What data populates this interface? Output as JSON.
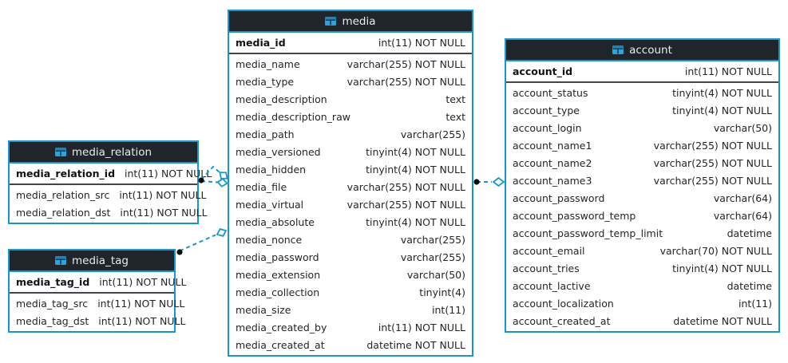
{
  "colors": {
    "accent": "#1697d4",
    "table_header_bg": "#20252b",
    "table_header_text": "#e9edf0",
    "row_text": "#22262a",
    "pk_separator": "#3f464d",
    "connector_line": "#1697d4",
    "connector_dot": "#0b0b0b",
    "diamond_fill": "#ffffff"
  },
  "tables": {
    "media": {
      "title": "media",
      "icon": "table-icon",
      "pk": {
        "name": "media_id",
        "type": "int(11) NOT NULL"
      },
      "columns": [
        {
          "name": "media_name",
          "type": "varchar(255) NOT NULL"
        },
        {
          "name": "media_type",
          "type": "varchar(255) NOT NULL"
        },
        {
          "name": "media_description",
          "type": "text"
        },
        {
          "name": "media_description_raw",
          "type": "text"
        },
        {
          "name": "media_path",
          "type": "varchar(255)"
        },
        {
          "name": "media_versioned",
          "type": "tinyint(4) NOT NULL"
        },
        {
          "name": "media_hidden",
          "type": "tinyint(4) NOT NULL"
        },
        {
          "name": "media_file",
          "type": "varchar(255) NOT NULL"
        },
        {
          "name": "media_virtual",
          "type": "varchar(255) NOT NULL"
        },
        {
          "name": "media_absolute",
          "type": "tinyint(4) NOT NULL"
        },
        {
          "name": "media_nonce",
          "type": "varchar(255)"
        },
        {
          "name": "media_password",
          "type": "varchar(255)"
        },
        {
          "name": "media_extension",
          "type": "varchar(50)"
        },
        {
          "name": "media_collection",
          "type": "tinyint(4)"
        },
        {
          "name": "media_size",
          "type": "int(11)"
        },
        {
          "name": "media_created_by",
          "type": "int(11) NOT NULL"
        },
        {
          "name": "media_created_at",
          "type": "datetime NOT NULL"
        }
      ]
    },
    "media_relation": {
      "title": "media_relation",
      "icon": "table-icon",
      "pk": {
        "name": "media_relation_id",
        "type": "int(11) NOT NULL"
      },
      "columns": [
        {
          "name": "media_relation_src",
          "type": "int(11) NOT NULL"
        },
        {
          "name": "media_relation_dst",
          "type": "int(11) NOT NULL"
        }
      ]
    },
    "media_tag": {
      "title": "media_tag",
      "icon": "table-icon",
      "pk": {
        "name": "media_tag_id",
        "type": "int(11) NOT NULL"
      },
      "columns": [
        {
          "name": "media_tag_src",
          "type": "int(11) NOT NULL"
        },
        {
          "name": "media_tag_dst",
          "type": "int(11) NOT NULL"
        }
      ]
    },
    "account": {
      "title": "account",
      "icon": "table-icon",
      "pk": {
        "name": "account_id",
        "type": "int(11) NOT NULL"
      },
      "columns": [
        {
          "name": "account_status",
          "type": "tinyint(4) NOT NULL"
        },
        {
          "name": "account_type",
          "type": "tinyint(4) NOT NULL"
        },
        {
          "name": "account_login",
          "type": "varchar(50)"
        },
        {
          "name": "account_name1",
          "type": "varchar(255) NOT NULL"
        },
        {
          "name": "account_name2",
          "type": "varchar(255) NOT NULL"
        },
        {
          "name": "account_name3",
          "type": "varchar(255) NOT NULL"
        },
        {
          "name": "account_password",
          "type": "varchar(64)"
        },
        {
          "name": "account_password_temp",
          "type": "varchar(64)"
        },
        {
          "name": "account_password_temp_limit",
          "type": "datetime"
        },
        {
          "name": "account_email",
          "type": "varchar(70) NOT NULL"
        },
        {
          "name": "account_tries",
          "type": "tinyint(4) NOT NULL"
        },
        {
          "name": "account_lactive",
          "type": "datetime"
        },
        {
          "name": "account_localization",
          "type": "int(11)"
        },
        {
          "name": "account_created_at",
          "type": "datetime NOT NULL"
        }
      ]
    }
  },
  "relationships": [
    {
      "from": "media_relation",
      "to": "media",
      "style": "dashed"
    },
    {
      "from": "media_relation",
      "to": "media",
      "style": "dashed"
    },
    {
      "from": "media_tag",
      "to": "media",
      "style": "dashed"
    },
    {
      "from": "media",
      "to": "account",
      "style": "dashed"
    }
  ]
}
